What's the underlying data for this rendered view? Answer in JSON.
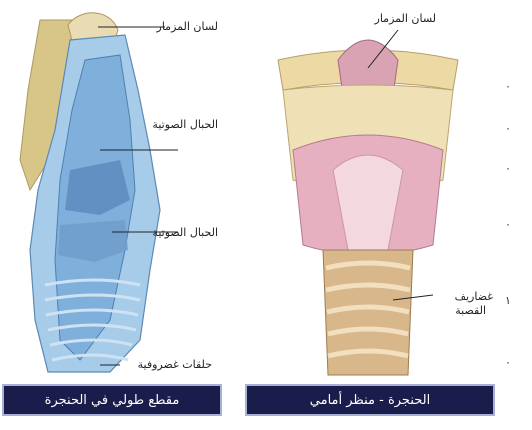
{
  "left_figure": {
    "labels": {
      "top": "لسان المزمار",
      "middle": "الحبال الصوتية",
      "lower": "الحبال الصوتية",
      "bottom": "حلقات غضروفية"
    },
    "caption": "مقطع طولي في الحنجرة"
  },
  "right_figure": {
    "labels": {
      "top": "لسان المزمار",
      "bottom_line1": "غضاريف",
      "bottom_line2": "القصبة"
    },
    "caption": "الحنجرة - منظر أمامي"
  },
  "side_marks": [
    "٠",
    "٠",
    "٠",
    "٠",
    "١",
    "٠"
  ]
}
